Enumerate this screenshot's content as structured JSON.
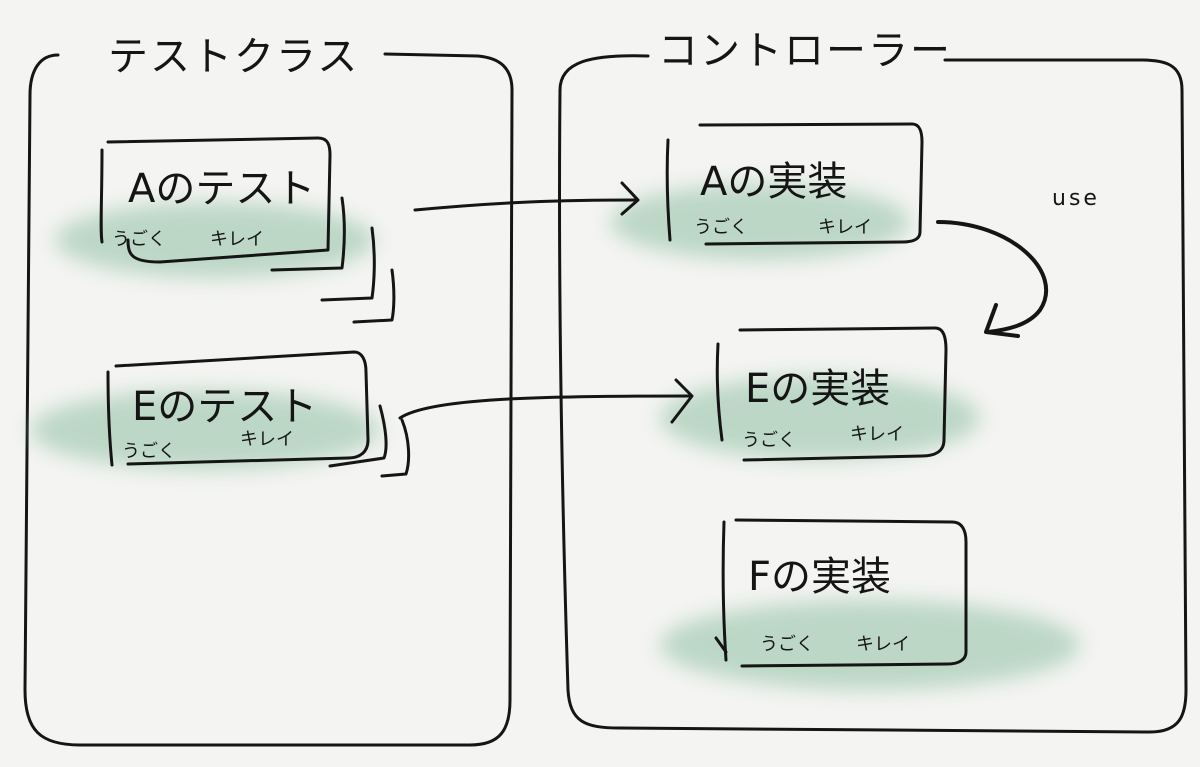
{
  "columns": {
    "test": {
      "title": "テストクラス"
    },
    "controller": {
      "title": "コントローラー"
    }
  },
  "test_boxes": [
    {
      "title": "Aのテスト",
      "left": "うごく",
      "right": "キレイ"
    },
    {
      "title": "Eのテスト",
      "left": "うごく",
      "right": "キレイ"
    }
  ],
  "impl_boxes": [
    {
      "title": "Aの実装",
      "left": "うごく",
      "right": "キレイ"
    },
    {
      "title": "Eの実装",
      "left": "うごく",
      "right": "キレイ"
    },
    {
      "title": "Fの実装",
      "left": "うごく",
      "right": "キレイ"
    }
  ],
  "use_label": "use",
  "colors": {
    "ink": "#151515",
    "wash": "#8fc0a3",
    "paper": "#f4f4f2"
  }
}
